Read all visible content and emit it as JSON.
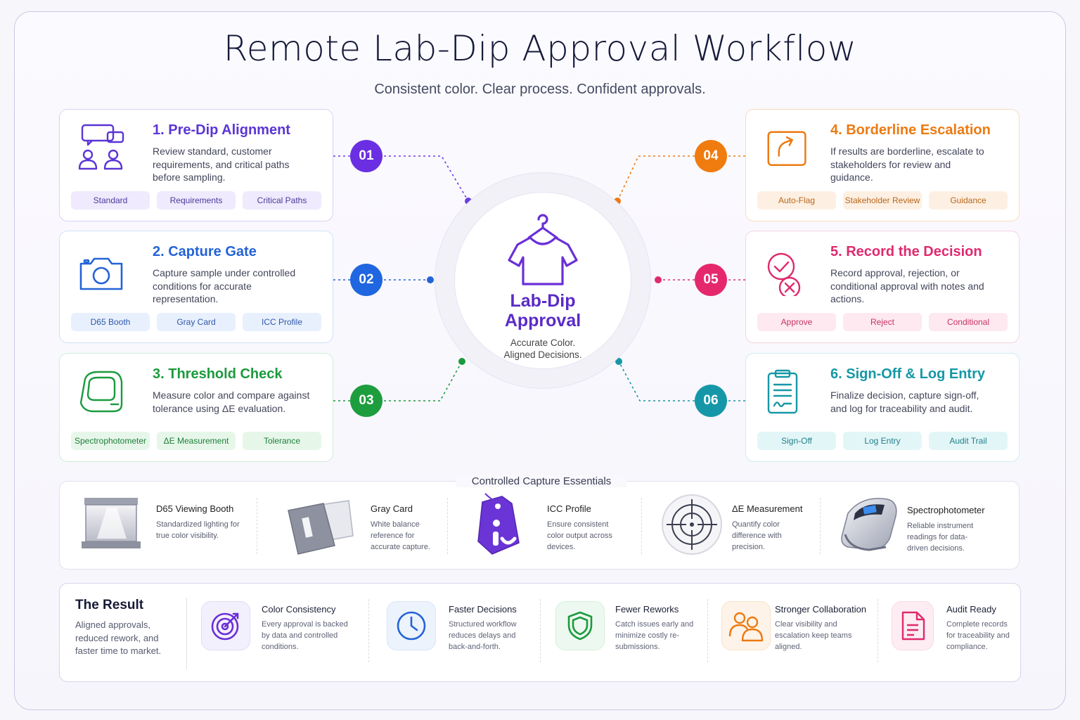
{
  "header": {
    "title": "Remote Lab-Dip Approval Workflow",
    "subtitle": "Consistent color. Clear process. Confident approvals."
  },
  "colors": {
    "step1": "#5b35d5",
    "step2": "#2463d6",
    "step3": "#1c9a3e",
    "step4": "#ec7a12",
    "step5": "#df2a6d",
    "step6": "#1597a7",
    "hub": "#5b2bc7"
  },
  "hub": {
    "icon": "t-shirt-hanger-icon",
    "title_line1": "Lab-Dip",
    "title_line2": "Approval",
    "subtitle_line1": "Accurate Color.",
    "subtitle_line2": "Aligned Decisions."
  },
  "steps": [
    {
      "number": "01",
      "title": "1. Pre-Dip Alignment",
      "description": "Review standard, customer requirements, and critical paths before sampling.",
      "icon": "meeting-icon",
      "tags": [
        "Standard",
        "Requirements",
        "Critical Paths"
      ]
    },
    {
      "number": "02",
      "title": "2. Capture Gate",
      "description": "Capture sample under controlled conditions for accurate representation.",
      "icon": "camera-icon",
      "tags": [
        "D65 Booth",
        "Gray Card",
        "ICC Profile"
      ]
    },
    {
      "number": "03",
      "title": "3. Threshold Check",
      "description": "Measure color and compare against tolerance using ΔE evaluation.",
      "icon": "spectrophotometer-icon",
      "tags": [
        "Spectrophotometer",
        "ΔE Measurement",
        "Tolerance"
      ]
    },
    {
      "number": "04",
      "title": "4. Borderline Escalation",
      "description": "If results are borderline, escalate to stakeholders for review and guidance.",
      "icon": "escalation-arrow-icon",
      "tags": [
        "Auto-Flag",
        "Stakeholder Review",
        "Guidance"
      ]
    },
    {
      "number": "05",
      "title": "5. Record the Decision",
      "description": "Record approval, rejection, or conditional approval with notes and actions.",
      "icon": "approve-reject-icon",
      "tags": [
        "Approve",
        "Reject",
        "Conditional"
      ]
    },
    {
      "number": "06",
      "title": "6. Sign-Off & Log Entry",
      "description": "Finalize decision, capture sign-off, and log for traceability and audit.",
      "icon": "clipboard-signature-icon",
      "tags": [
        "Sign-Off",
        "Log Entry",
        "Audit Trail"
      ]
    }
  ],
  "essentials": {
    "label": "Controlled Capture Essentials",
    "items": [
      {
        "title": "D65 Viewing Booth",
        "description": "Standardized lighting for true color visibility.",
        "icon": "viewing-booth-icon"
      },
      {
        "title": "Gray Card",
        "description": "White balance reference for accurate capture.",
        "icon": "gray-card-icon"
      },
      {
        "title": "ICC Profile",
        "description": "Ensure consistent color output across devices.",
        "icon": "icc-tag-icon"
      },
      {
        "title": "ΔE Measurement",
        "description": "Quantify color difference with precision.",
        "icon": "crosshair-icon"
      },
      {
        "title": "Spectrophotometer",
        "description": "Reliable instrument readings for data-driven decisions.",
        "icon": "spectrophotometer-device-icon"
      }
    ]
  },
  "result": {
    "title": "The Result",
    "description": "Aligned approvals, reduced rework, and faster time to market.",
    "items": [
      {
        "title": "Color Consistency",
        "description": "Every approval is backed by data and controlled conditions.",
        "icon": "target-icon"
      },
      {
        "title": "Faster Decisions",
        "description": "Structured workflow reduces delays and back-and-forth.",
        "icon": "clock-icon"
      },
      {
        "title": "Fewer Reworks",
        "description": "Catch issues early and minimize costly re-submissions.",
        "icon": "shield-icon"
      },
      {
        "title": "Stronger Collaboration",
        "description": "Clear visibility and escalation keep teams aligned.",
        "icon": "team-icon"
      },
      {
        "title": "Audit Ready",
        "description": "Complete records for traceability and compliance.",
        "icon": "document-icon"
      }
    ]
  }
}
